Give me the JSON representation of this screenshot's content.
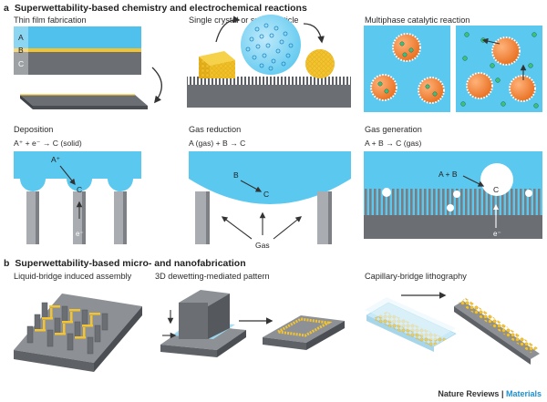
{
  "section_a": {
    "letter": "a",
    "title": "Superwettability-based chemistry and electrochemical reactions"
  },
  "section_b": {
    "letter": "b",
    "title": "Superwettability-based micro- and nanofabrication"
  },
  "panels": {
    "thin_film": {
      "title": "Thin film fabrication",
      "layers": [
        "A",
        "B",
        "C"
      ]
    },
    "single_crystal": {
      "title": "Single crystal or supraparticle"
    },
    "multiphase": {
      "title": "Multiphase catalytic reaction"
    },
    "deposition": {
      "title": "Deposition",
      "equation": "A⁺ + e⁻ → C (solid)",
      "label_a": "A⁺",
      "label_c": "C",
      "label_e": "e⁻"
    },
    "gas_reduction": {
      "title": "Gas reduction",
      "equation": "A (gas) + B → C",
      "label_b": "B",
      "label_c": "C",
      "label_gas": "Gas"
    },
    "gas_generation": {
      "title": "Gas generation",
      "equation": "A + B → C (gas)",
      "label_ab": "A + B",
      "label_c": "C",
      "label_e": "e⁻"
    },
    "liquid_bridge": {
      "title": "Liquid-bridge induced assembly"
    },
    "dewetting": {
      "title": "3D dewetting-mediated pattern"
    },
    "capillary": {
      "title": "Capillary-bridge lithography"
    }
  },
  "footer": {
    "journal": "Nature Reviews",
    "separator": " | ",
    "subject": "Materials"
  },
  "colors": {
    "water": "#5bc8ef",
    "substrate": "#6b6f73",
    "particle": "#f2872f",
    "gold": "#f4c430",
    "arrow": "#333333"
  }
}
